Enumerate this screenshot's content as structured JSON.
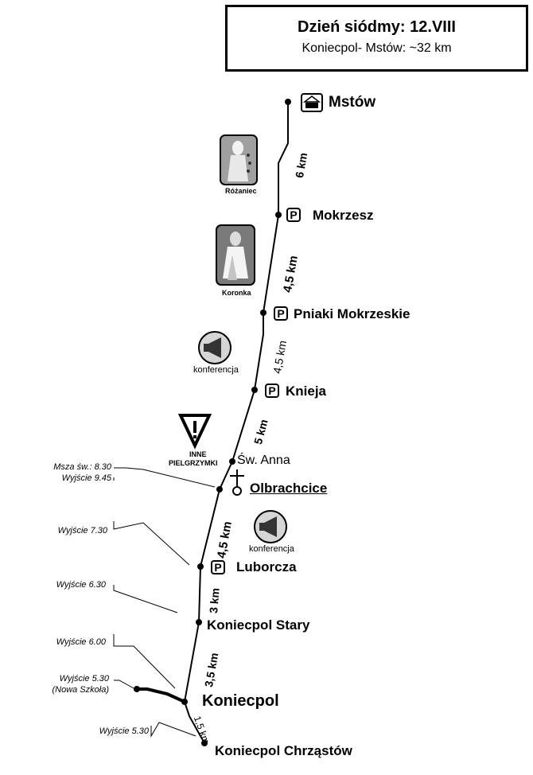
{
  "header": {
    "title": "Dzień siódmy: 12.VIII",
    "subtitle": "Koniecpol- Mstów: ~32 km"
  },
  "stops": [
    {
      "name": "Mstów"
    },
    {
      "name": "Mokrzesz",
      "badge": "P"
    },
    {
      "name": "Pniaki Mokrzeskie",
      "badge": "P"
    },
    {
      "name": "Knieja",
      "badge": "P"
    },
    {
      "name": "Św. Anna"
    },
    {
      "name": "Olbrachcice"
    },
    {
      "name": "Luborcza",
      "badge": "P"
    },
    {
      "name": "Koniecpol Stary"
    },
    {
      "name": "Koniecpol"
    },
    {
      "name": "Koniecpol Chrząstów"
    }
  ],
  "distances": [
    "6 km",
    "4,5 km",
    "4,5 km",
    "5 km",
    "4,5 km",
    "3 km",
    "3,5 km",
    "1,5 km"
  ],
  "departures": [
    {
      "line1": "Msza św.: 8.30",
      "line2": "Wyjście 9.45"
    },
    {
      "line1": "Wyjście 7.30"
    },
    {
      "line1": "Wyjście 6.30"
    },
    {
      "line1": "Wyjście 6.00"
    },
    {
      "line1": "Wyjście 5.30",
      "line2": "(Nowa Szkoła)"
    },
    {
      "line1": "Wyjście 5.30"
    }
  ],
  "icons": {
    "rozaniec": "Różaniec",
    "koronka": "Koronka",
    "konferencja_1": "konferencja",
    "konferencja_2": "konferencja",
    "inne_line1": "INNE",
    "inne_line2": "PIELGRZYMKI"
  }
}
